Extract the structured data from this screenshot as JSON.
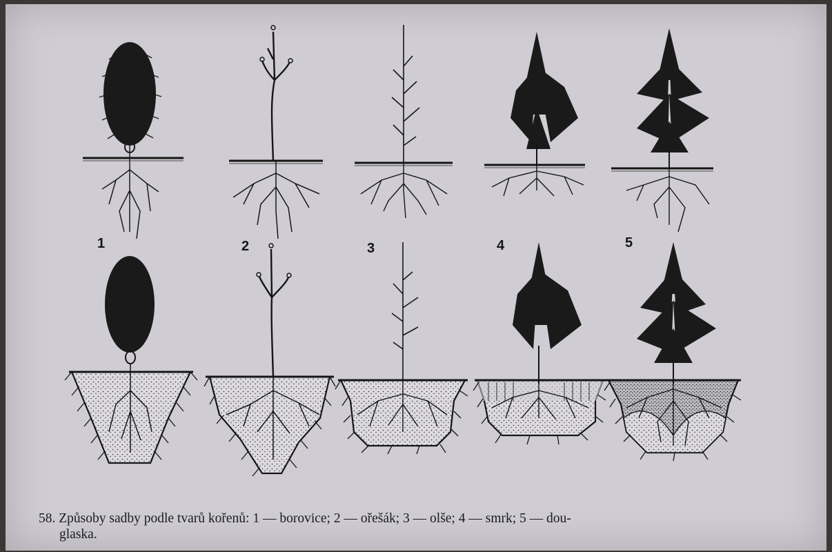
{
  "figure": {
    "labels": [
      "1",
      "2",
      "3",
      "4",
      "5"
    ]
  },
  "caption": {
    "line1": "58. Způsoby sadby podle tvarů kořenů: 1 — borovice; 2 — ořešák; 3 — olše; 4 — smrk; 5 — dou-",
    "line2": "glaska."
  },
  "colors": {
    "paper": "#cfcdd3",
    "ink": "#151515",
    "background": "#3a3836"
  }
}
